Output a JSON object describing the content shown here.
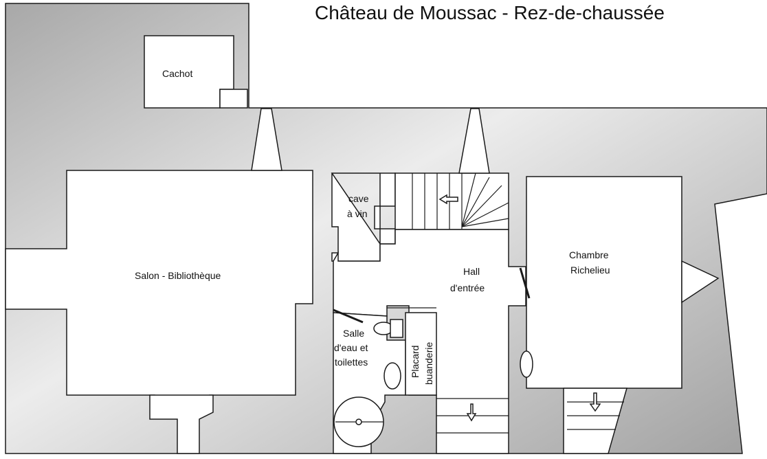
{
  "title": "Château de Moussac - Rez-de-chaussée",
  "rooms": {
    "cachot": "Cachot",
    "cave": [
      "cave",
      "à vin"
    ],
    "salon": "Salon - Bibliothèque",
    "hall": [
      "Hall",
      "d'entrée"
    ],
    "chambre": [
      "Chambre",
      "Richelieu"
    ],
    "salle_eau": [
      "Salle",
      "d'eau et",
      "toilettes"
    ],
    "placard": [
      "Placard",
      "buanderie"
    ]
  },
  "colors": {
    "wall_light": "#e8e8e8",
    "wall_dark": "#a9a9a9",
    "line": "#1a1a1a"
  },
  "icons": [
    "arrow-left-icon",
    "arrow-down-icon",
    "toilet-icon",
    "sink-icon",
    "round-tub-icon"
  ]
}
